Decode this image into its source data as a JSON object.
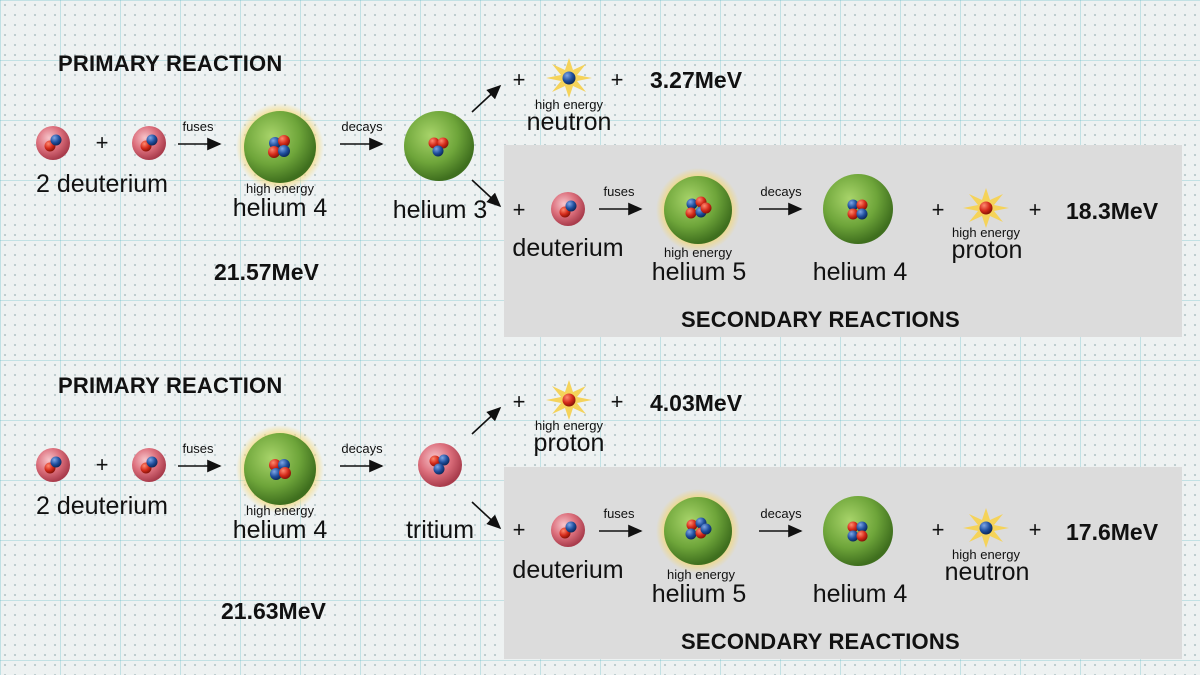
{
  "reaction1": {
    "primary_heading": "PRIMARY REACTION",
    "reactant": "2 deuterium",
    "fuses": "fuses",
    "decays": "decays",
    "high_energy": "high energy",
    "helium4": "helium 4",
    "product": "helium 3",
    "energy": "21.57MeV",
    "branch1": {
      "high_energy": "high energy",
      "particle": "neutron",
      "energy": "3.27MeV"
    },
    "secondary": {
      "reactant": "deuterium",
      "fuses": "fuses",
      "decays": "decays",
      "high_energy": "high energy",
      "intermediate": "helium 5",
      "product": "helium 4",
      "particle_high_energy": "high energy",
      "particle": "proton",
      "energy": "18.3MeV",
      "heading": "SECONDARY REACTIONS"
    }
  },
  "reaction2": {
    "primary_heading": "PRIMARY REACTION",
    "reactant": "2 deuterium",
    "fuses": "fuses",
    "decays": "decays",
    "high_energy": "high energy",
    "helium4": "helium 4",
    "product": "tritium",
    "energy": "21.63MeV",
    "branch1": {
      "high_energy": "high energy",
      "particle": "proton",
      "energy": "4.03MeV"
    },
    "secondary": {
      "reactant": "deuterium",
      "fuses": "fuses",
      "decays": "decays",
      "high_energy": "high energy",
      "intermediate": "helium 5",
      "product": "helium 4",
      "particle_high_energy": "high energy",
      "particle": "neutron",
      "energy": "17.6MeV",
      "heading": "SECONDARY REACTIONS"
    }
  },
  "colors": {
    "proton": "#d42a1a",
    "neutron": "#1f4f9e",
    "deuterium_shell": "#d9707a",
    "helium_shell": "#6aa33a",
    "glow": "#f5d35a",
    "panel": "#dcdcdc"
  },
  "plus_sign": "+"
}
